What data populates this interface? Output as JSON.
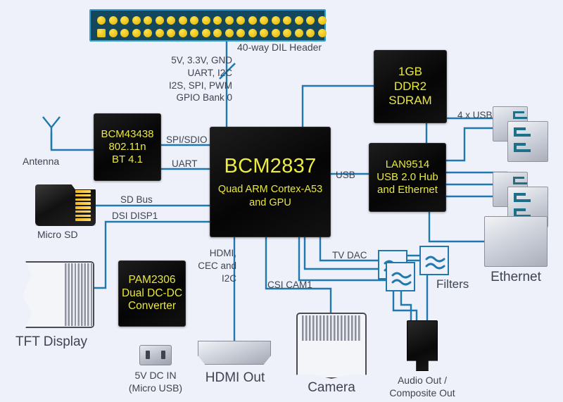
{
  "diagram": {
    "title": "Raspberry Pi 3 Model B block diagram",
    "accent_wire_color": "#1f79ad",
    "chip_text_color": "#e9e83c",
    "chip_body_color": "#0b0b0b",
    "background_color": "#eef0fa",
    "header_body_color": "#15475c",
    "header_pin_color": "#e8c117"
  },
  "header": {
    "label": "40-way DIL Header",
    "pin_rows": 2,
    "pins_per_row": 20,
    "total_pins": 40,
    "signals": "5V, 3.3V, GND\nUART, I2C\nI2S, SPI, PWM\nGPIO Bank 0"
  },
  "chips": {
    "soc": {
      "name": "BCM2837",
      "sub_line1": "Quad ARM Cortex-A53",
      "sub_line2": "and GPU"
    },
    "wifi": {
      "line1": "BCM43438",
      "line2": "802.11n",
      "line3": "BT 4.1"
    },
    "sdram": {
      "line1": "1GB",
      "line2": "DDR2",
      "line3": "SDRAM"
    },
    "lan": {
      "line1": "LAN9514",
      "line2": "USB 2.0 Hub",
      "line3": "and Ethernet"
    },
    "pmic": {
      "line1": "PAM2306",
      "line2": "Dual DC-DC",
      "line3": "Converter"
    }
  },
  "bus_labels": {
    "spi_sdio": "SPI/SDIO",
    "uart": "UART",
    "sd_bus": "SD Bus",
    "dsi_disp1": "DSI DISP1",
    "usb": "USB",
    "four_usb": "4 x USB",
    "hdmi_cec_i2c": "HDMI,\nCEC and\nI2C",
    "csi_cam1": "CSI CAM1",
    "tv_dac": "TV DAC"
  },
  "peripherals": {
    "antenna": "Antenna",
    "micro_sd": "Micro SD",
    "tft_display": "TFT Display",
    "power_in_line1": "5V DC IN",
    "power_in_line2": "(Micro USB)",
    "hdmi_out": "HDMI Out",
    "camera": "Camera",
    "audio_line1": "Audio Out /",
    "audio_line2": "Composite Out",
    "filters": "Filters",
    "ethernet": "Ethernet"
  }
}
